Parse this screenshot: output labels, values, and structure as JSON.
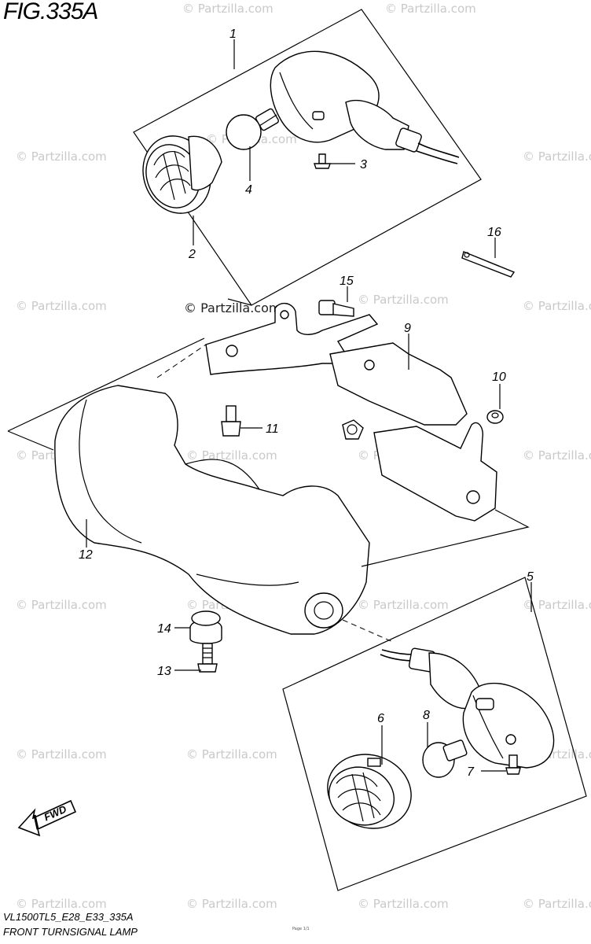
{
  "figure": {
    "title": "FIG.335A",
    "model_code": "VL1500TL5_E28_E33_335A",
    "name": "FRONT TURNSIGNAL LAMP"
  },
  "watermark": {
    "text": "© Partzilla.com"
  },
  "direction_arrow": {
    "label": "FWD"
  },
  "callouts": [
    "1",
    "2",
    "3",
    "4",
    "5",
    "6",
    "7",
    "8",
    "9",
    "10",
    "11",
    "12",
    "13",
    "14",
    "15",
    "16"
  ],
  "footnote": "Page 1/1"
}
